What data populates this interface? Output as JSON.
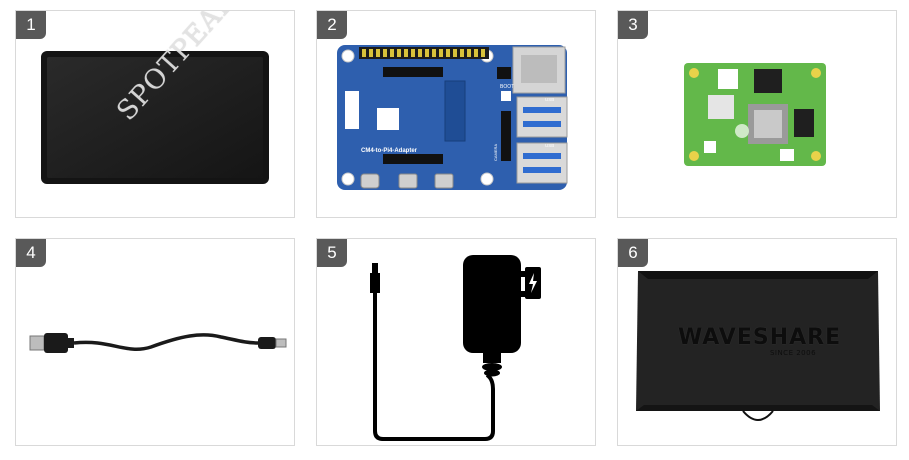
{
  "cards": [
    {
      "number": "1",
      "item": "display"
    },
    {
      "number": "2",
      "item": "adapter-board"
    },
    {
      "number": "3",
      "item": "compute-module"
    },
    {
      "number": "4",
      "item": "usb-cable"
    },
    {
      "number": "5",
      "item": "power-adapter"
    },
    {
      "number": "6",
      "item": "box"
    }
  ],
  "watermark": "SPOTPEAR",
  "board_text": {
    "adapter_name": "CM4-to-Pi4-Adapter",
    "boot": "BOOT",
    "usb": "USB",
    "camera": "CAMERA"
  },
  "box_text": {
    "brand": "WAVESHARE",
    "since": "SINCE 2006"
  },
  "colors": {
    "badge": "#595959",
    "border": "#d9d9d9",
    "board_blue": "#2e5fae",
    "cm4_green": "#63b84a",
    "box_black": "#1e1e1e"
  }
}
